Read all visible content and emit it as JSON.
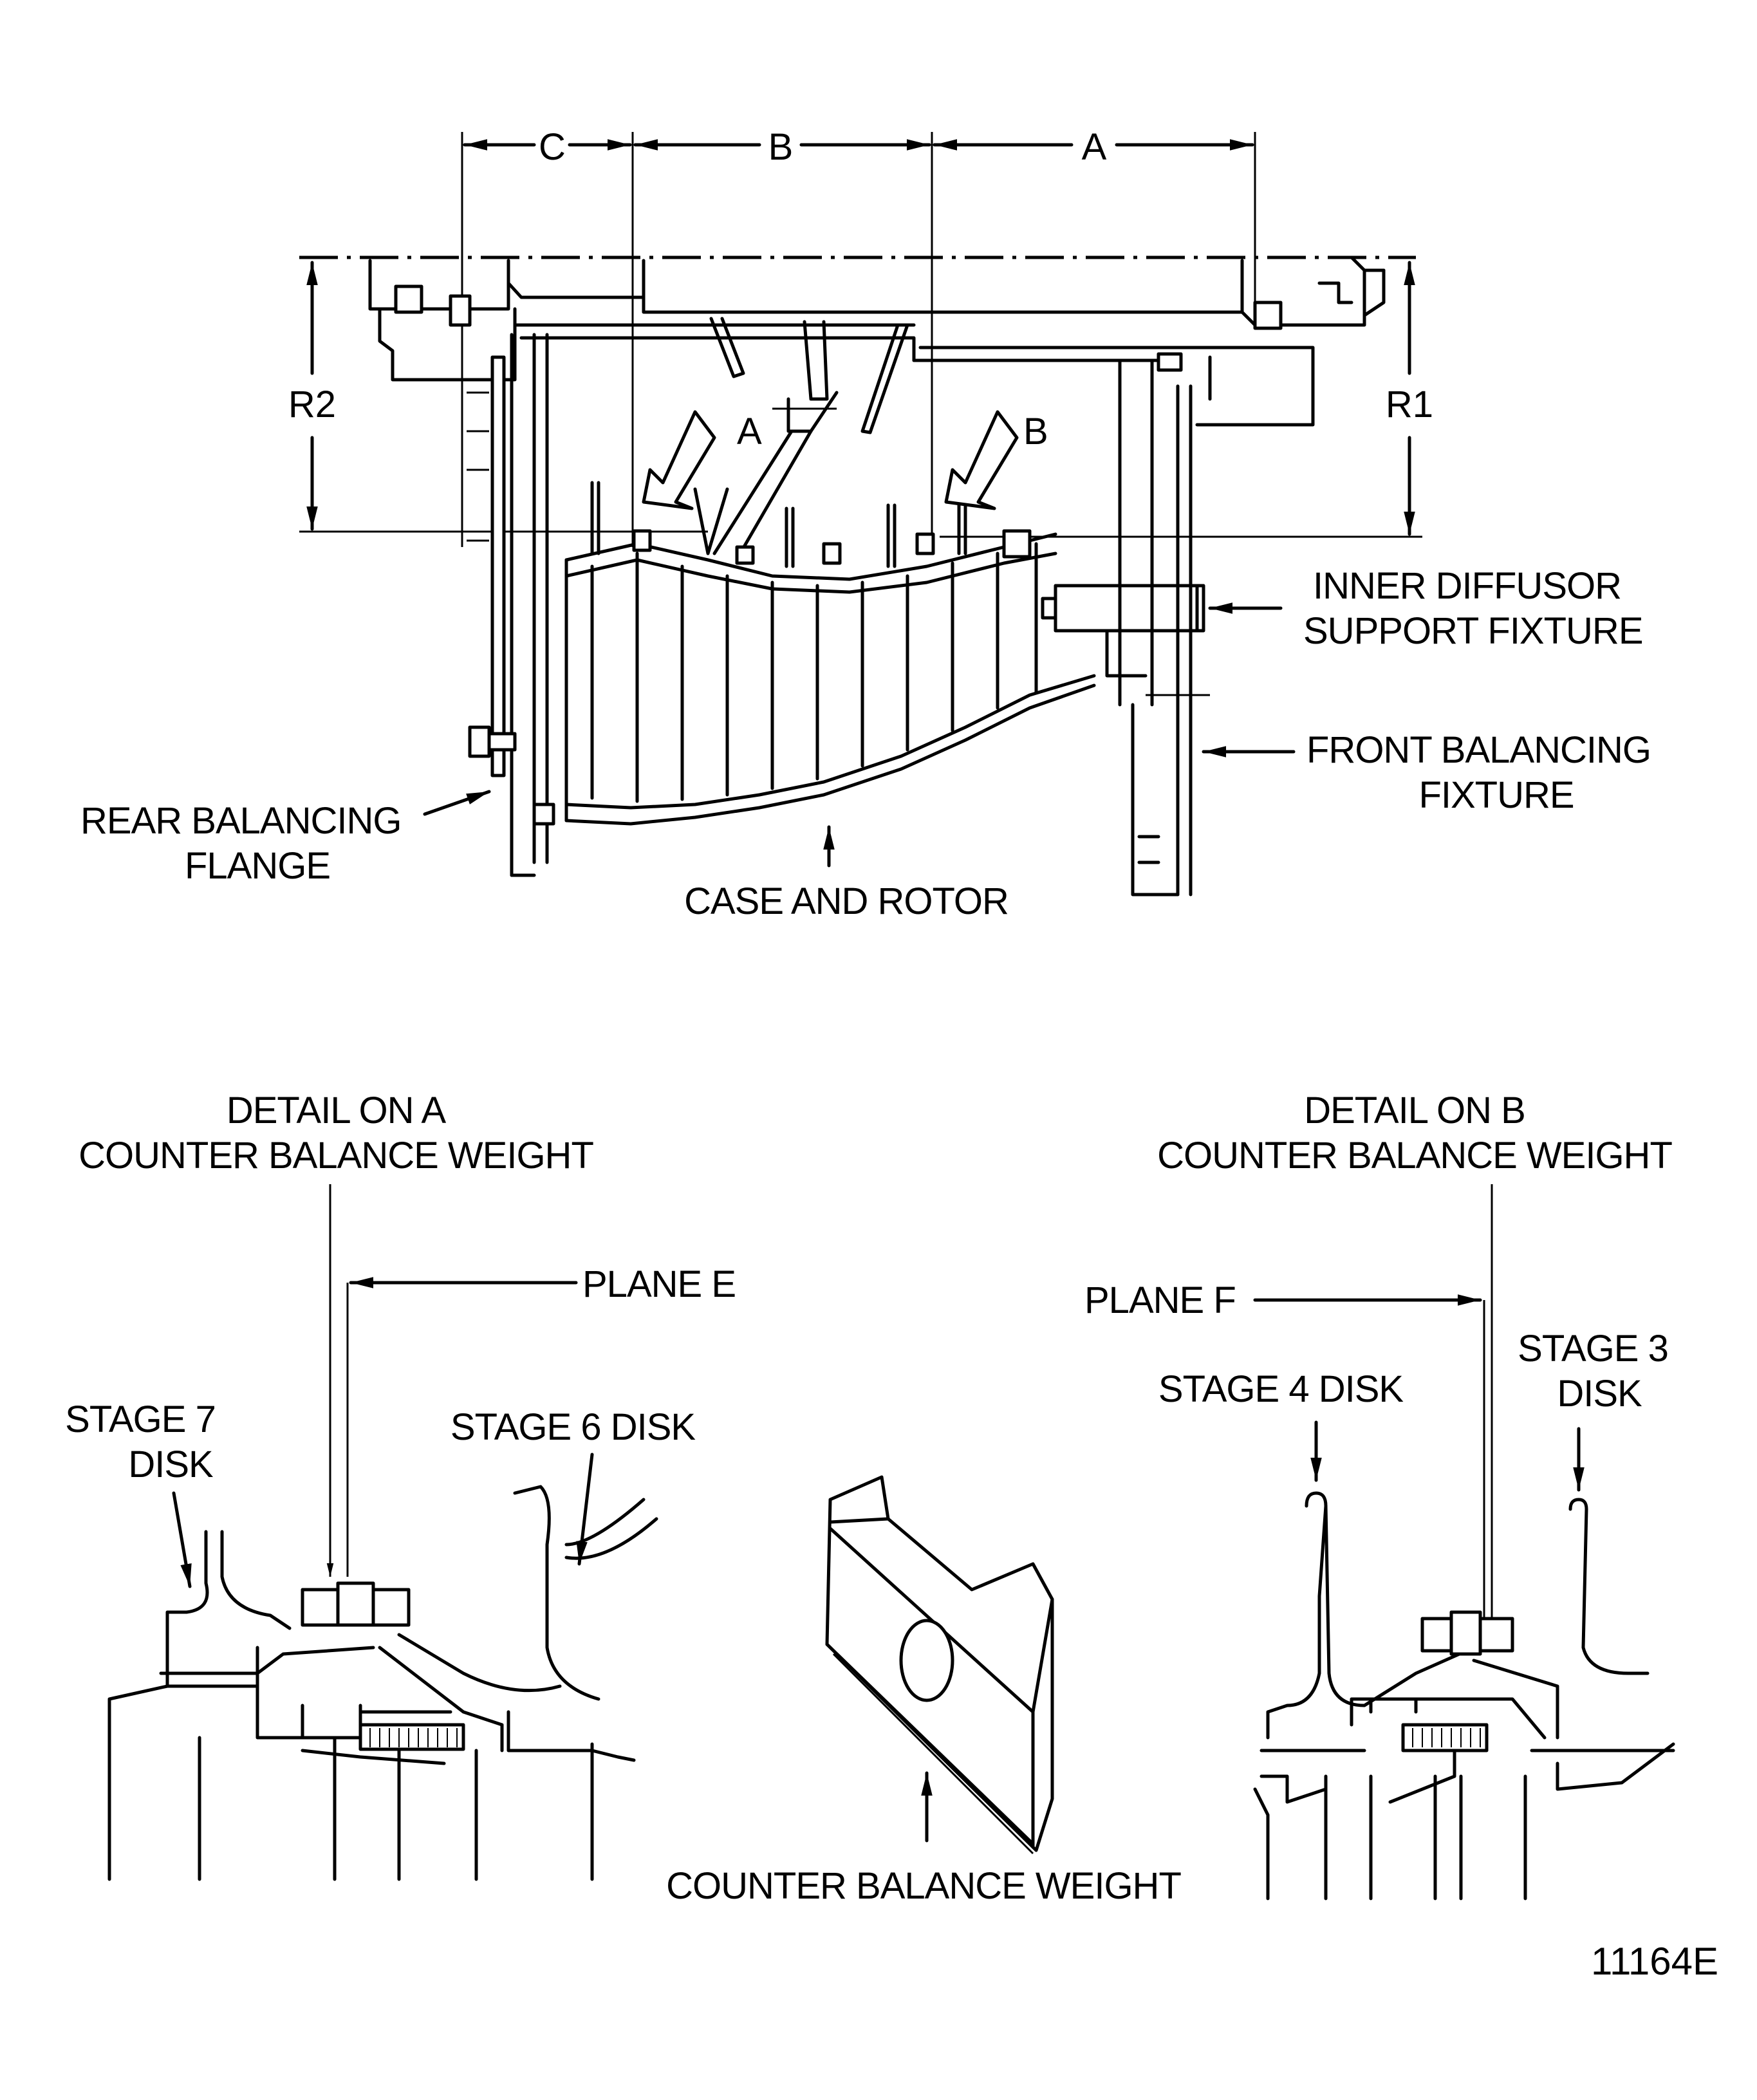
{
  "figure_id": "11164E",
  "main_view": {
    "dimensions": {
      "c": "C",
      "b": "B",
      "a": "A",
      "r2": "R2",
      "r1": "R1"
    },
    "detail_arrows": {
      "a": "A",
      "b": "B"
    },
    "callouts": {
      "inner_diffusor_line1": "INNER DIFFUSOR",
      "inner_diffusor_line2": "SUPPORT FIXTURE",
      "front_balancing_line1": "FRONT BALANCING",
      "front_balancing_line2": "FIXTURE",
      "rear_balancing_line1": "REAR BALANCING",
      "rear_balancing_line2": "FLANGE",
      "case_and_rotor": "CASE AND ROTOR"
    }
  },
  "detail_a": {
    "title_line1": "DETAIL ON A",
    "title_line2": "COUNTER BALANCE WEIGHT",
    "plane": "PLANE E",
    "stage_7_line1": "STAGE 7",
    "stage_7_line2": "DISK",
    "stage_6": "STAGE 6 DISK"
  },
  "weight_view": {
    "label": "COUNTER BALANCE WEIGHT"
  },
  "detail_b": {
    "title_line1": "DETAIL ON B",
    "title_line2": "COUNTER BALANCE WEIGHT",
    "plane": "PLANE F",
    "stage_4": "STAGE 4 DISK",
    "stage_3_line1": "STAGE 3",
    "stage_3_line2": "DISK"
  }
}
